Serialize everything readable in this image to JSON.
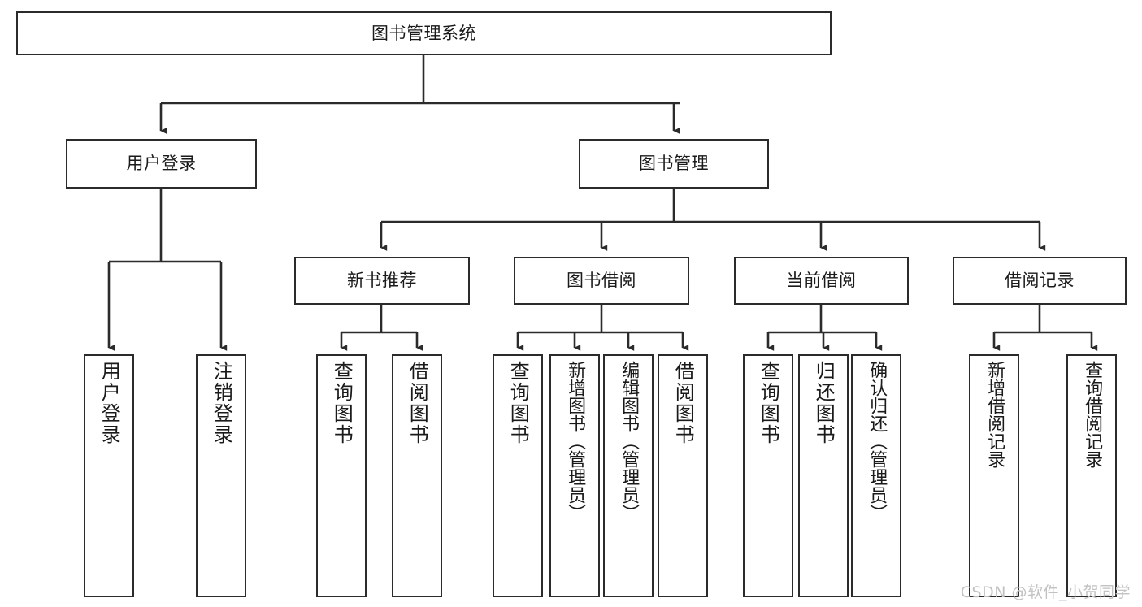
{
  "diagram": {
    "type": "tree",
    "title": "图书管理系统",
    "root": {
      "id": "root",
      "label": "图书管理系统",
      "orientation": "horizontal"
    },
    "level2": [
      {
        "id": "user-login",
        "label": "用户登录",
        "orientation": "horizontal"
      },
      {
        "id": "book-manage",
        "label": "图书管理",
        "orientation": "horizontal"
      }
    ],
    "level3": [
      {
        "id": "new-book-recommend",
        "label": "新书推荐",
        "orientation": "horizontal",
        "parent": "book-manage"
      },
      {
        "id": "book-borrow",
        "label": "图书借阅",
        "orientation": "horizontal",
        "parent": "book-manage"
      },
      {
        "id": "current-borrow",
        "label": "当前借阅",
        "orientation": "horizontal",
        "parent": "book-manage"
      },
      {
        "id": "borrow-record",
        "label": "借阅记录",
        "orientation": "horizontal",
        "parent": "book-manage"
      }
    ],
    "leaves": [
      {
        "id": "leaf-user-login",
        "label": "用户登录",
        "parent": "user-login"
      },
      {
        "id": "leaf-logout-login",
        "label": "注销登录",
        "parent": "user-login"
      },
      {
        "id": "leaf-query-book-1",
        "label": "查询图书",
        "parent": "new-book-recommend"
      },
      {
        "id": "leaf-borrow-book-1",
        "label": "借阅图书",
        "parent": "new-book-recommend"
      },
      {
        "id": "leaf-query-book-2",
        "label": "查询图书",
        "parent": "book-borrow"
      },
      {
        "id": "leaf-add-book-admin",
        "label": "新增图书（管理员）",
        "parent": "book-borrow"
      },
      {
        "id": "leaf-edit-book-admin",
        "label": "编辑图书（管理员）",
        "parent": "book-borrow"
      },
      {
        "id": "leaf-borrow-book-2",
        "label": "借阅图书",
        "parent": "book-borrow"
      },
      {
        "id": "leaf-query-book-3",
        "label": "查询图书",
        "parent": "current-borrow"
      },
      {
        "id": "leaf-return-book",
        "label": "归还图书",
        "parent": "current-borrow"
      },
      {
        "id": "leaf-confirm-return-admin",
        "label": "确认归还（管理员）",
        "parent": "current-borrow"
      },
      {
        "id": "leaf-add-borrow-record",
        "label": "新增借阅记录",
        "parent": "borrow-record"
      },
      {
        "id": "leaf-query-borrow-record",
        "label": "查询借阅记录",
        "parent": "borrow-record"
      }
    ]
  },
  "watermark": {
    "text": "CSDN @软件_小贺同学"
  },
  "colors": {
    "box_border": "#2b2b2b",
    "box_fill": "#ffffff",
    "connector": "#2b2b2b",
    "text": "#1a1a1a",
    "watermark": "#c2c2c2",
    "background": "#ffffff"
  }
}
